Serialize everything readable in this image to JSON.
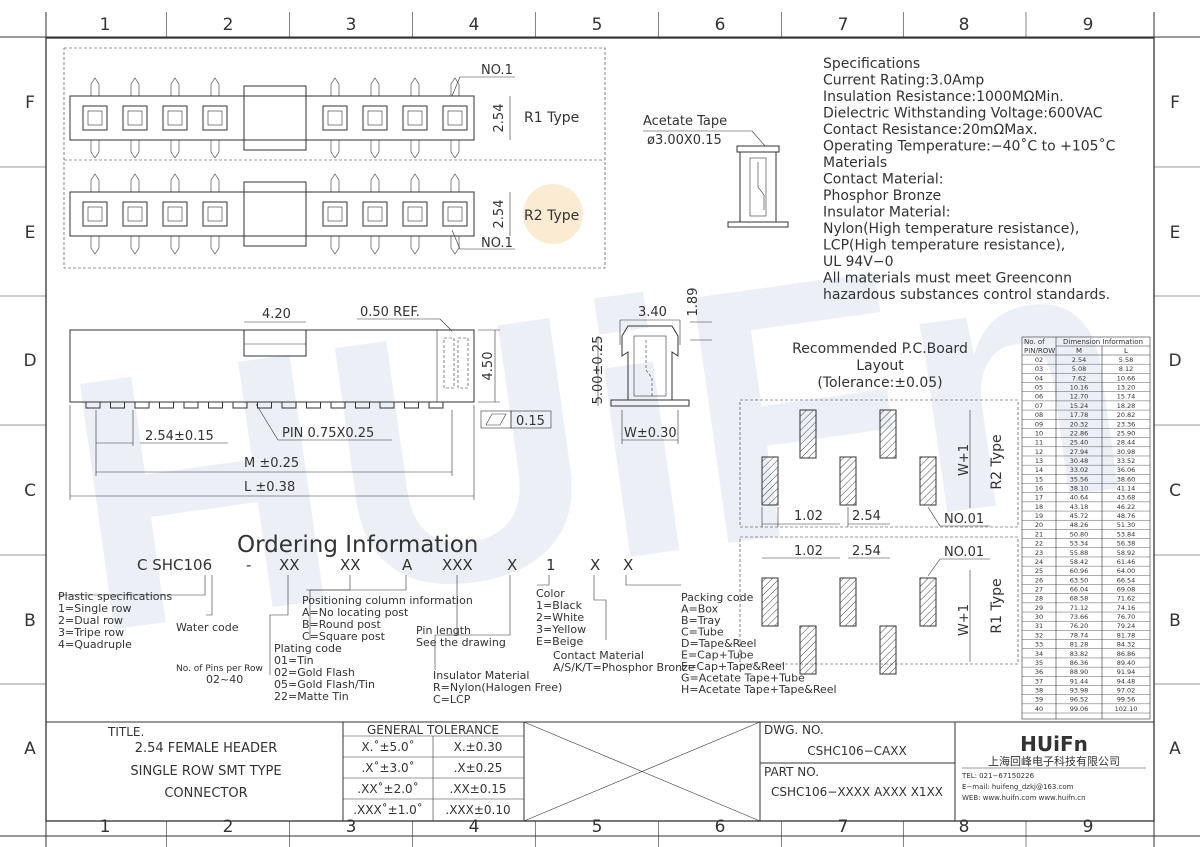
{
  "frame": {
    "cols": [
      "1",
      "2",
      "3",
      "4",
      "5",
      "6",
      "7",
      "8",
      "9"
    ],
    "rows": [
      "F",
      "E",
      "D",
      "C",
      "B",
      "A"
    ]
  },
  "header_view": {
    "r1_no": "NO.1",
    "r1_pitch": "2.54",
    "r1_type": "R1 Type",
    "r2_pitch": "2.54",
    "r2_type": "R2 Type",
    "r2_no": "NO.1"
  },
  "tape": {
    "label": "Acetate Tape",
    "size": "ø3.00X0.15"
  },
  "specs": {
    "lines": [
      "Specifications",
      "Current  Rating:3.0Amp",
      "Insulation  Resistance:1000MΩMin.",
      "Dielectric  Withstanding  Voltage:600VAC",
      "Contact  Resistance:20mΩMax.",
      "Operating  Temperature:−40˚C  to  +105˚C",
      "Materials",
      "Contact  Material:",
      "Phosphor  Bronze",
      "Insulator  Material:",
      "Nylon(High  temperature  resistance),",
      "LCP(High  temperature  resistance),",
      "UL  94V−0",
      "All  materials  must  meet  Greenconn",
      "hazardous  substances  control  standards."
    ]
  },
  "front_view": {
    "dim_420": "4.20",
    "ref": "0.50  REF.",
    "dim_450": "4.50",
    "flat": "0.15",
    "pitch": "2.54±0.15",
    "pin": "PIN  0.75X0.25",
    "m": "M  ±0.25",
    "l": "L  ±0.38"
  },
  "side_view": {
    "w340": "3.40",
    "h189": "1.89",
    "h500": "5.00±0.25",
    "w": "W±0.30"
  },
  "pcb": {
    "title1": "Recommended  P.C.Board",
    "title2": "Layout",
    "tol": "(Tolerance:±0.05)",
    "r2_type": "R2  Type",
    "r1_type": "R1  Type",
    "w1": "W+1",
    "d102": "1.02",
    "d254": "2.54",
    "no01": "NO.01"
  },
  "ordering": {
    "title": "Ordering  Information",
    "code": [
      "C  SHC106",
      "-",
      "XX",
      "XX",
      "A",
      "XXX",
      "X",
      "1",
      "X",
      "X"
    ],
    "plastic": [
      "Plastic  specifications",
      "1=Single  row",
      "2=Dual  row",
      "3=Tripe  row",
      "4=Quadruple"
    ],
    "water": "Water  code",
    "pins": [
      "No.  of  Pins  per  Row",
      "02~40"
    ],
    "plating": [
      "Plating  code",
      "01=Tin",
      "02=Gold  Flash",
      "05=Gold  Flash/Tin",
      "22=Matte  Tin"
    ],
    "positioning": [
      "Positioning  column  information",
      "A=No  locating  post",
      "B=Round  post",
      "C=Square  post"
    ],
    "pinlen": [
      "Pin  length",
      "See  the  drawing"
    ],
    "insulator": [
      "Insulator  Material",
      "R=Nylon(Halogen  Free)",
      "C=LCP"
    ],
    "color": [
      "Color",
      "1=Black",
      "2=White",
      "3=Yellow",
      "E=Beige"
    ],
    "contact": [
      "Contact  Material",
      "A/S/K/T=Phosphor  Bronze"
    ],
    "packing": [
      "Packing  code",
      "A=Box",
      "B=Tray",
      "C=Tube",
      "D=Tape&Reel",
      "E=Cap+Tube",
      "F=Cap+Tape&Reel",
      "G=Acetate  Tape+Tube",
      "H=Acetate  Tape+Tape&Reel"
    ]
  },
  "dim_table": {
    "h1": "No.  of",
    "h1b": "PIN/ROW",
    "h2": "Dimension  Information",
    "hm": "M",
    "hl": "L",
    "rows": [
      [
        "02",
        "2.54",
        "5.58"
      ],
      [
        "03",
        "5.08",
        "8.12"
      ],
      [
        "04",
        "7.62",
        "10.66"
      ],
      [
        "05",
        "10.16",
        "13.20"
      ],
      [
        "06",
        "12.70",
        "15.74"
      ],
      [
        "07",
        "15.24",
        "18.28"
      ],
      [
        "08",
        "17.78",
        "20.82"
      ],
      [
        "09",
        "20.32",
        "23.36"
      ],
      [
        "10",
        "22.86",
        "25.90"
      ],
      [
        "11",
        "25.40",
        "28.44"
      ],
      [
        "12",
        "27.94",
        "30.98"
      ],
      [
        "13",
        "30.48",
        "33.52"
      ],
      [
        "14",
        "33.02",
        "36.06"
      ],
      [
        "15",
        "35.56",
        "38.60"
      ],
      [
        "16",
        "38.10",
        "41.14"
      ],
      [
        "17",
        "40.64",
        "43.68"
      ],
      [
        "18",
        "43.18",
        "46.22"
      ],
      [
        "19",
        "45.72",
        "48.76"
      ],
      [
        "20",
        "48.26",
        "51.30"
      ],
      [
        "21",
        "50.80",
        "53.84"
      ],
      [
        "22",
        "53.34",
        "56.38"
      ],
      [
        "23",
        "55.88",
        "58.92"
      ],
      [
        "24",
        "58.42",
        "61.46"
      ],
      [
        "25",
        "60.96",
        "64.00"
      ],
      [
        "26",
        "63.50",
        "66.54"
      ],
      [
        "27",
        "66.04",
        "69.08"
      ],
      [
        "28",
        "68.58",
        "71.62"
      ],
      [
        "29",
        "71.12",
        "74.16"
      ],
      [
        "30",
        "73.66",
        "76.70"
      ],
      [
        "31",
        "76.20",
        "79.24"
      ],
      [
        "32",
        "78.74",
        "81.78"
      ],
      [
        "33",
        "81.28",
        "84.32"
      ],
      [
        "34",
        "83.82",
        "86.86"
      ],
      [
        "35",
        "86.36",
        "89.40"
      ],
      [
        "36",
        "88.90",
        "91.94"
      ],
      [
        "37",
        "91.44",
        "94.48"
      ],
      [
        "38",
        "93.98",
        "97.02"
      ],
      [
        "39",
        "96.52",
        "99.56"
      ],
      [
        "40",
        "99.06",
        "102.10"
      ]
    ]
  },
  "title_block": {
    "title_label": "TITLE.",
    "title": [
      "2.54  FEMALE  HEADER",
      "SINGLE  ROW  SMT  TYPE",
      "CONNECTOR"
    ],
    "tol_head": "GENERAL  TOLERANCE",
    "tol_rows": [
      [
        "X.˚±5.0˚",
        "X.±0.30"
      ],
      [
        ".X˚±3.0˚",
        ".X±0.25"
      ],
      [
        ".XX˚±2.0˚",
        ".XX±0.15"
      ],
      [
        ".XXX˚±1.0˚",
        ".XXX±0.10"
      ]
    ],
    "dwg_label": "DWG.  NO.",
    "dwg_no": "CSHC106−CAXX",
    "part_label": "PART  NO.",
    "part_no": "CSHC106−XXXX  AXXX  X1XX",
    "logo": "HUiFn",
    "company": "上海回峰电子科技有限公司",
    "tel": "TEL:  021−67150226",
    "email": "E−mail:  huifeng_dzkj@163.com",
    "web": "WEB:  www.huifn.com    www.huifn.cn"
  },
  "watermark": "HUiFn"
}
